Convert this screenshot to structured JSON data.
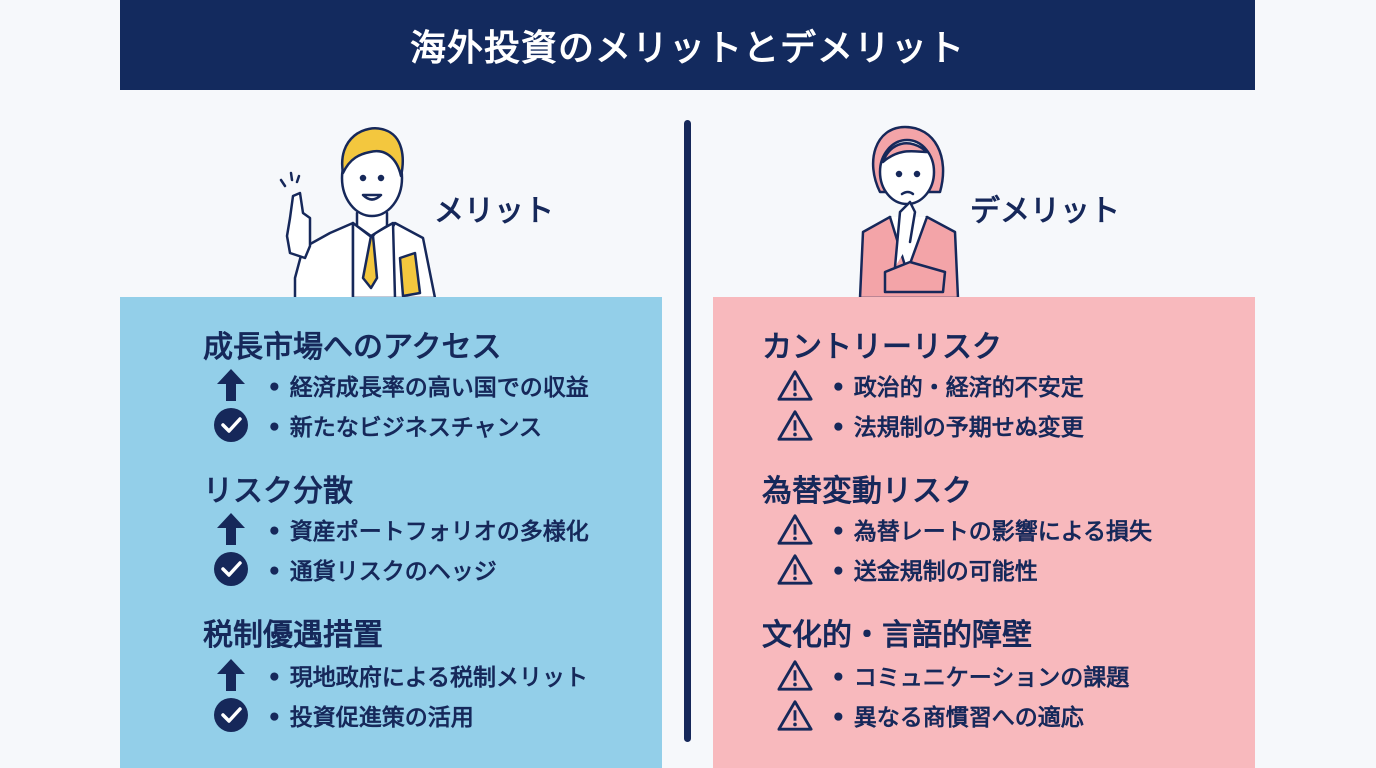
{
  "title": "海外投資のメリットとデメリット",
  "colors": {
    "navy": "#132a5e",
    "merit_bg": "#93cfe9",
    "demerit_bg": "#f8b9bd",
    "page_bg": "#f6f8fb"
  },
  "merit": {
    "label": "メリット",
    "sections": [
      {
        "heading": "成長市場へのアクセス",
        "items": [
          {
            "icon": "arrow-up-icon",
            "text": "• 経済成長率の高い国での収益"
          },
          {
            "icon": "check-circle-icon",
            "text": "• 新たなビジネスチャンス"
          }
        ]
      },
      {
        "heading": "リスク分散",
        "items": [
          {
            "icon": "arrow-up-icon",
            "text": "• 資産ポートフォリオの多様化"
          },
          {
            "icon": "check-circle-icon",
            "text": "• 通貨リスクのヘッジ"
          }
        ]
      },
      {
        "heading": "税制優遇措置",
        "items": [
          {
            "icon": "arrow-up-icon",
            "text": "• 現地政府による税制メリット"
          },
          {
            "icon": "check-circle-icon",
            "text": "• 投資促進策の活用"
          }
        ]
      }
    ]
  },
  "demerit": {
    "label": "デメリット",
    "sections": [
      {
        "heading": "カントリーリスク",
        "items": [
          {
            "icon": "warning-icon",
            "text": "• 政治的・経済的不安定"
          },
          {
            "icon": "warning-icon",
            "text": "• 法規制の予期せぬ変更"
          }
        ]
      },
      {
        "heading": "為替変動リスク",
        "items": [
          {
            "icon": "warning-icon",
            "text": "• 為替レートの影響による損失"
          },
          {
            "icon": "warning-icon",
            "text": "• 送金規制の可能性"
          }
        ]
      },
      {
        "heading": "文化的・言語的障壁",
        "items": [
          {
            "icon": "warning-icon",
            "text": "• コミュニケーションの課題"
          },
          {
            "icon": "warning-icon",
            "text": "• 異なる商慣習への適応"
          }
        ]
      }
    ]
  }
}
